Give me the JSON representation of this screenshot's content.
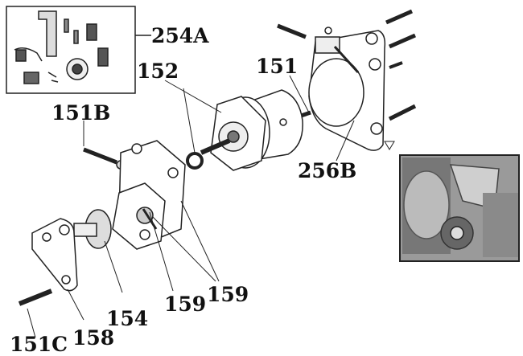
{
  "diagram": {
    "labels": {
      "kit": "254A",
      "seals": "152",
      "bolt_top": "151",
      "bolt_left": "151B",
      "bracket": "256B",
      "pins_a": "159",
      "pins_b": "159",
      "gear": "154",
      "arm": "158",
      "bolt_bottom": "151C"
    }
  }
}
